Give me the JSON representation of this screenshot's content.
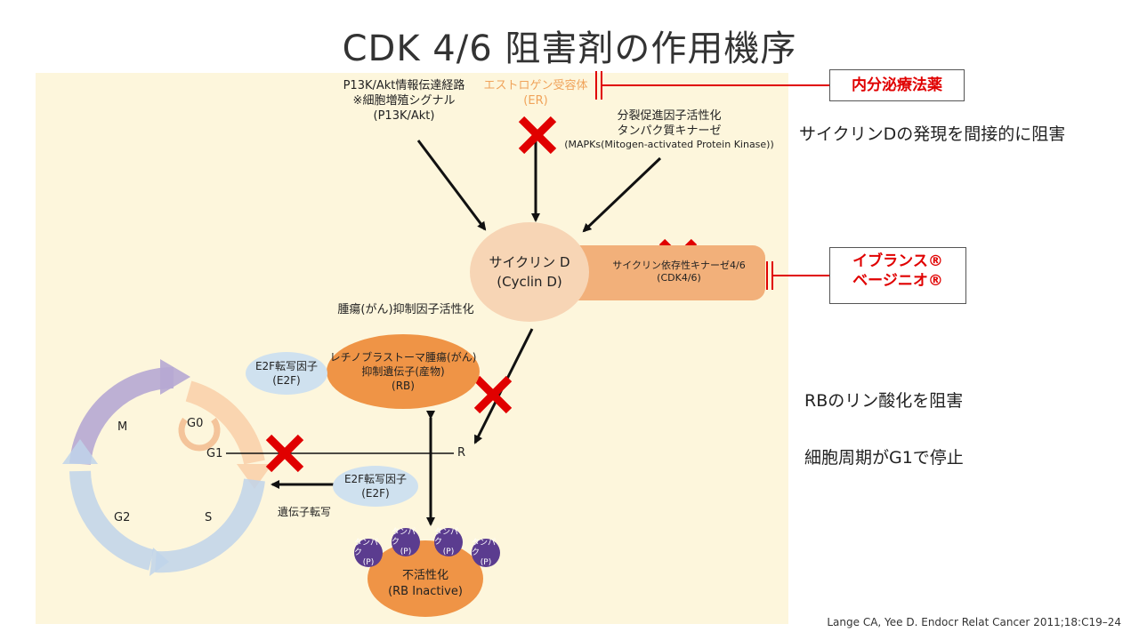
{
  "title": "CDK 4/6 阻害剤の作用機序",
  "diagram": {
    "pi3k": {
      "line1": "P13K/Akt情報伝達経路",
      "line2": "※細胞増殖シグナル",
      "line3": "(P13K/Akt)"
    },
    "er": {
      "line1": "エストロゲン受容体",
      "line2": "(ER)"
    },
    "mapk": {
      "line1": "分裂促進因子活性化",
      "line2": "タンパク質キナーゼ",
      "line3": "(MAPKs(Mitogen-activated Protein Kinase))"
    },
    "cyclin_d": {
      "line1": "サイクリン D",
      "line2": "(Cyclin D)"
    },
    "cdk": {
      "line1": "サイクリン依存性キナーゼ4/6",
      "line2": "(CDK4/6)"
    },
    "tumor_suppressor_label": "腫瘍(がん)抑制因子活性化",
    "rb": {
      "line1": "レチノブラストーマ腫瘍(がん)",
      "line2": "抑制遺伝子(産物)",
      "line3": "(RB)"
    },
    "e2f_top": {
      "line1": "E2F転写因子",
      "line2": "(E2F)"
    },
    "e2f_bottom": {
      "line1": "E2F転写因子",
      "line2": "(E2F)"
    },
    "gene_transcription": "遺伝子転写",
    "rb_inactive": {
      "line1": "不活性化",
      "line2": "(RB Inactive)"
    },
    "phospho": [
      {
        "top": "タンパク",
        "bottom": "(P)"
      },
      {
        "top": "タンパク",
        "bottom": "(P)"
      },
      {
        "top": "タンパク",
        "bottom": "(P)"
      },
      {
        "top": "タンパク",
        "bottom": "(P)"
      }
    ],
    "cycle": {
      "m": "M",
      "g0": "G0",
      "g1": "G1",
      "g2": "G2",
      "s": "S",
      "r": "R"
    }
  },
  "boxes": {
    "endocrine": "内分泌療法薬",
    "drug1": "イブランス®",
    "drug2": "ベージニオ®"
  },
  "notes": {
    "n1": "サイクリンDの発現を間接的に阻害",
    "n2": "RBのリン酸化を阻害",
    "n3": "細胞周期がG1で停止"
  },
  "citation": "Lange CA, Yee D. Endocr Relat Cancer 2011;18:C19–24",
  "colors": {
    "panel": "#fdf6dc",
    "block_red": "#e00000",
    "rb_orange": "#ef9446",
    "cyclin": "#f7d5b5",
    "e2f": "#cfe1ef",
    "phospho": "#5b3c8f"
  }
}
